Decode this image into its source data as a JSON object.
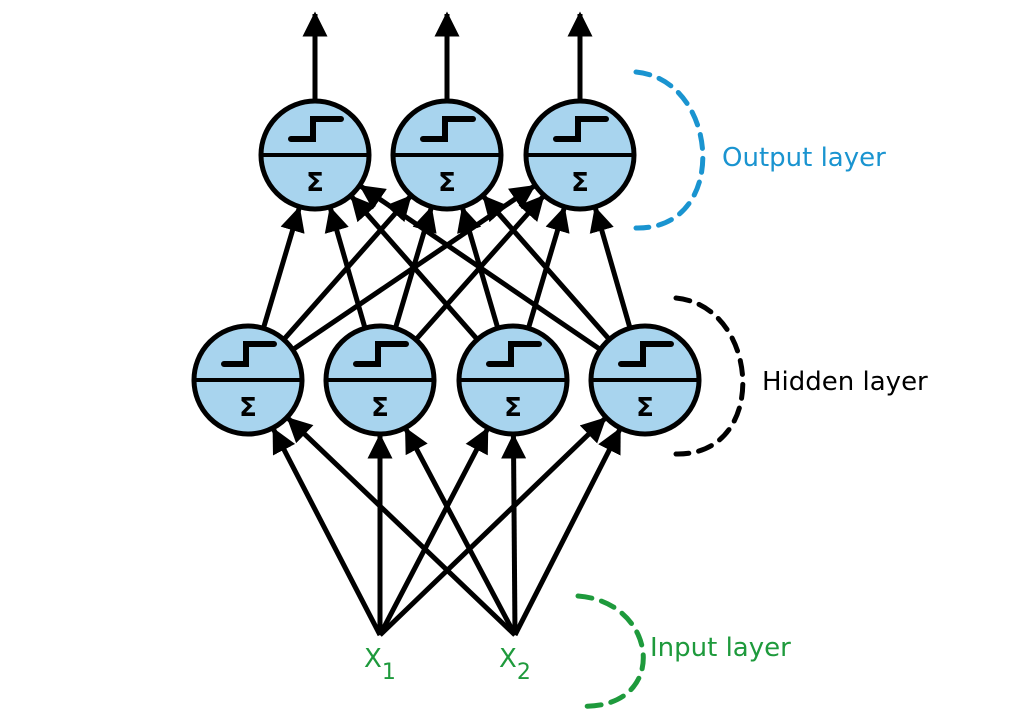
{
  "title": "Multilayer perceptron",
  "colors": {
    "node_fill": "#a8d4ee",
    "output_label": "#1a94d0",
    "hidden_label": "#000000",
    "input_label": "#1e9a3c",
    "edge": "#000000"
  },
  "layers": {
    "output": {
      "label": "Output layer",
      "node_count": 3,
      "activation_symbol": "step",
      "sum_symbol": "Σ"
    },
    "hidden": {
      "label": "Hidden layer",
      "node_count": 4,
      "activation_symbol": "step",
      "sum_symbol": "Σ"
    },
    "input": {
      "label": "Input layer",
      "inputs": [
        {
          "base": "X",
          "sub": "1"
        },
        {
          "base": "X",
          "sub": "2"
        }
      ]
    }
  },
  "connections": "fully-connected"
}
